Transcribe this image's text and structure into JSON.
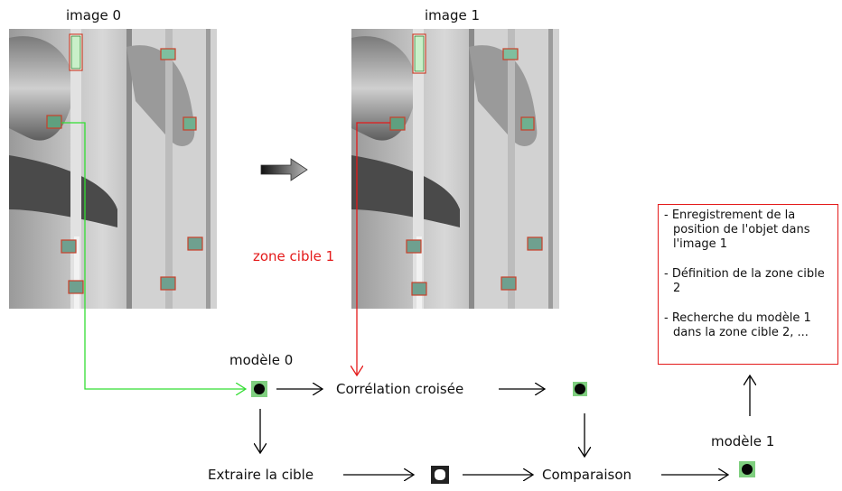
{
  "labels": {
    "image0": "image 0",
    "image1": "image 1",
    "zone_cible": "zone cible 1",
    "modele0": "modèle 0",
    "modele1": "modèle 1",
    "correlation": "Corrélation croisée",
    "extraire": "Extraire la cible",
    "comparaison": "Comparaison"
  },
  "notes": [
    "- Enregistrement de la position de l'objet dans l'image 1",
    "- Définition de la zone cible 2",
    "- Recherche du modèle 1 dans la zone cible 2, ..."
  ],
  "colors": {
    "green_path": "#33dd33",
    "red_path": "#e41a1a",
    "marker_fill": "#7fcf7f"
  }
}
